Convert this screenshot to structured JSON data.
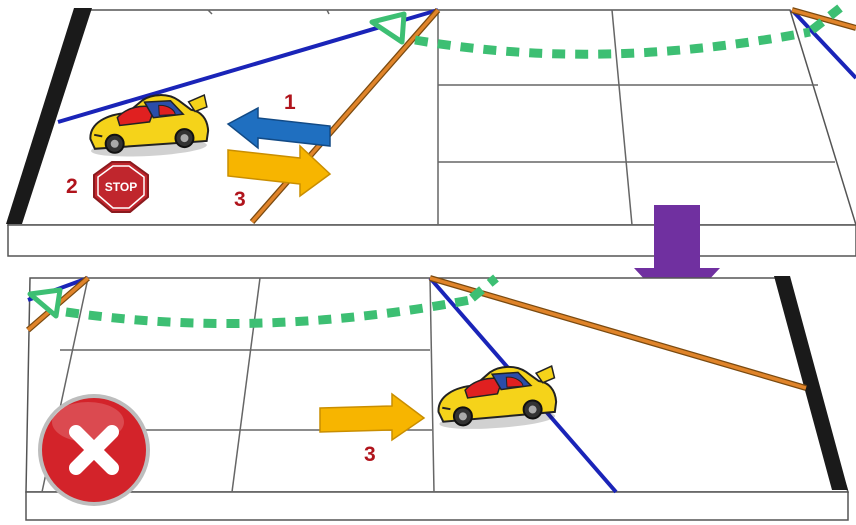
{
  "panels": {
    "top": {
      "steps": [
        {
          "number": "1",
          "arrow": "move-backward",
          "color": "#1f6fc0"
        },
        {
          "number": "2",
          "marker": "stop",
          "color": "#c0262d"
        },
        {
          "number": "3",
          "arrow": "move-forward",
          "color": "#f7b500"
        }
      ],
      "stop_sign_text": "STOP"
    },
    "bottom": {
      "steps": [
        {
          "number": "3",
          "arrow": "move-forward",
          "color": "#f7b500"
        }
      ],
      "result_icon": "error-x-icon",
      "result_color": "#d3232a"
    }
  },
  "colors": {
    "blue_line": "#1a24b8",
    "orange_line": "#e0842a",
    "green_path": "#3dbf73",
    "transition_arrow": "#7030a0",
    "car_body": "#f5d31a",
    "car_accent": "#e02020"
  }
}
